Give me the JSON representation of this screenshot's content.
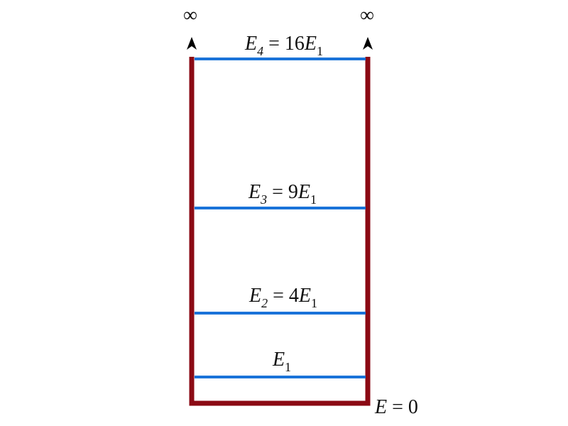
{
  "diagram": {
    "colors": {
      "well": "#8b0a14",
      "level": "#1a73d9",
      "text": "#111111",
      "arrow": "#000000"
    },
    "infinity_left": "∞",
    "infinity_right": "∞",
    "levels": [
      {
        "symbol": "E",
        "subscript": "4",
        "relation": " = 16",
        "rhs_symbol": "E",
        "rhs_subscript": "1"
      },
      {
        "symbol": "E",
        "subscript": "3",
        "relation": " = 9",
        "rhs_symbol": "E",
        "rhs_subscript": "1"
      },
      {
        "symbol": "E",
        "subscript": "2",
        "relation": " = 4",
        "rhs_symbol": "E",
        "rhs_subscript": "1"
      },
      {
        "symbol": "E",
        "subscript": "1",
        "relation": "",
        "rhs_symbol": "",
        "rhs_subscript": ""
      }
    ],
    "bottom_label": {
      "symbol": "E",
      "relation": " = 0"
    }
  }
}
